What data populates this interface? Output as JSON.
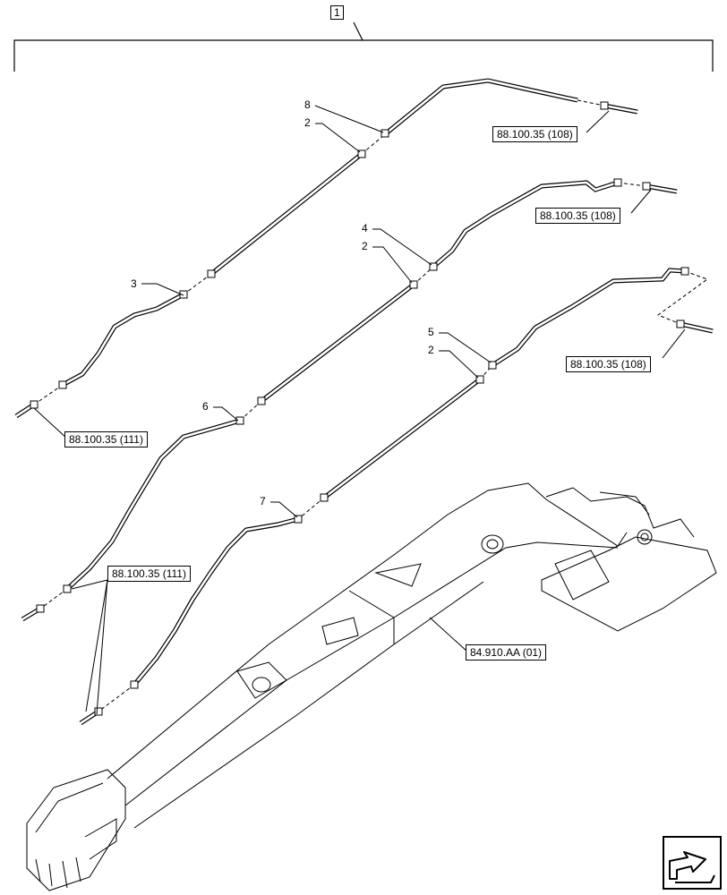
{
  "assembly_item": "1",
  "callouts": {
    "n8": "8",
    "n2a": "2",
    "n3": "3",
    "n4": "4",
    "n2b": "2",
    "n6": "6",
    "n5": "5",
    "n2c": "2",
    "n7": "7"
  },
  "references": {
    "ref_108_a": "88.100.35 (108)",
    "ref_108_b": "88.100.35 (108)",
    "ref_108_c": "88.100.35 (108)",
    "ref_111_a": "88.100.35 (111)",
    "ref_111_b": "88.100.35 (111)",
    "ref_boom": "84.910.AA (01)"
  },
  "icons": {
    "nav": "next-page-arrow-icon"
  }
}
